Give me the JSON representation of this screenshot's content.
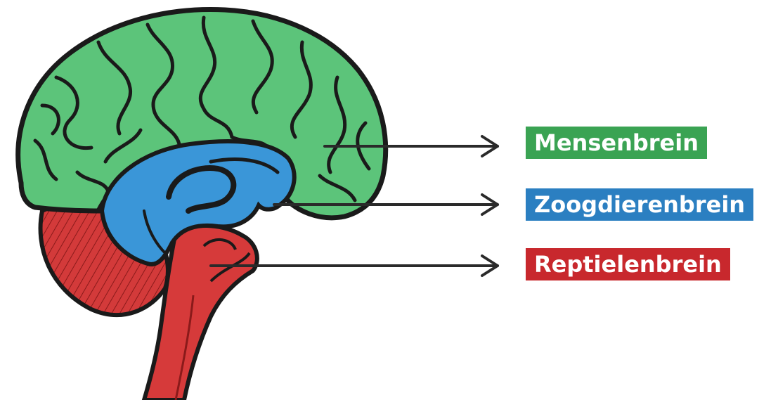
{
  "diagram": {
    "labels": [
      {
        "id": "mensen",
        "text": "Mensenbrein"
      },
      {
        "id": "zoog",
        "text": "Zoogdierenbrein"
      },
      {
        "id": "rept",
        "text": "Reptielenbrein"
      }
    ]
  },
  "colors": {
    "mensen": "#3aa353",
    "zoog": "#2b7fc1",
    "rept": "#c8282d",
    "cortex_fill": "#5cc47a",
    "limbic_fill": "#3a96d8",
    "stem_fill": "#d63a3a",
    "outline": "#1a1a1a",
    "arrow": "#2a2a2a"
  },
  "icons": {
    "figure": "brain-sagittal-section-illustration",
    "pointer": "arrow-right-icon"
  }
}
